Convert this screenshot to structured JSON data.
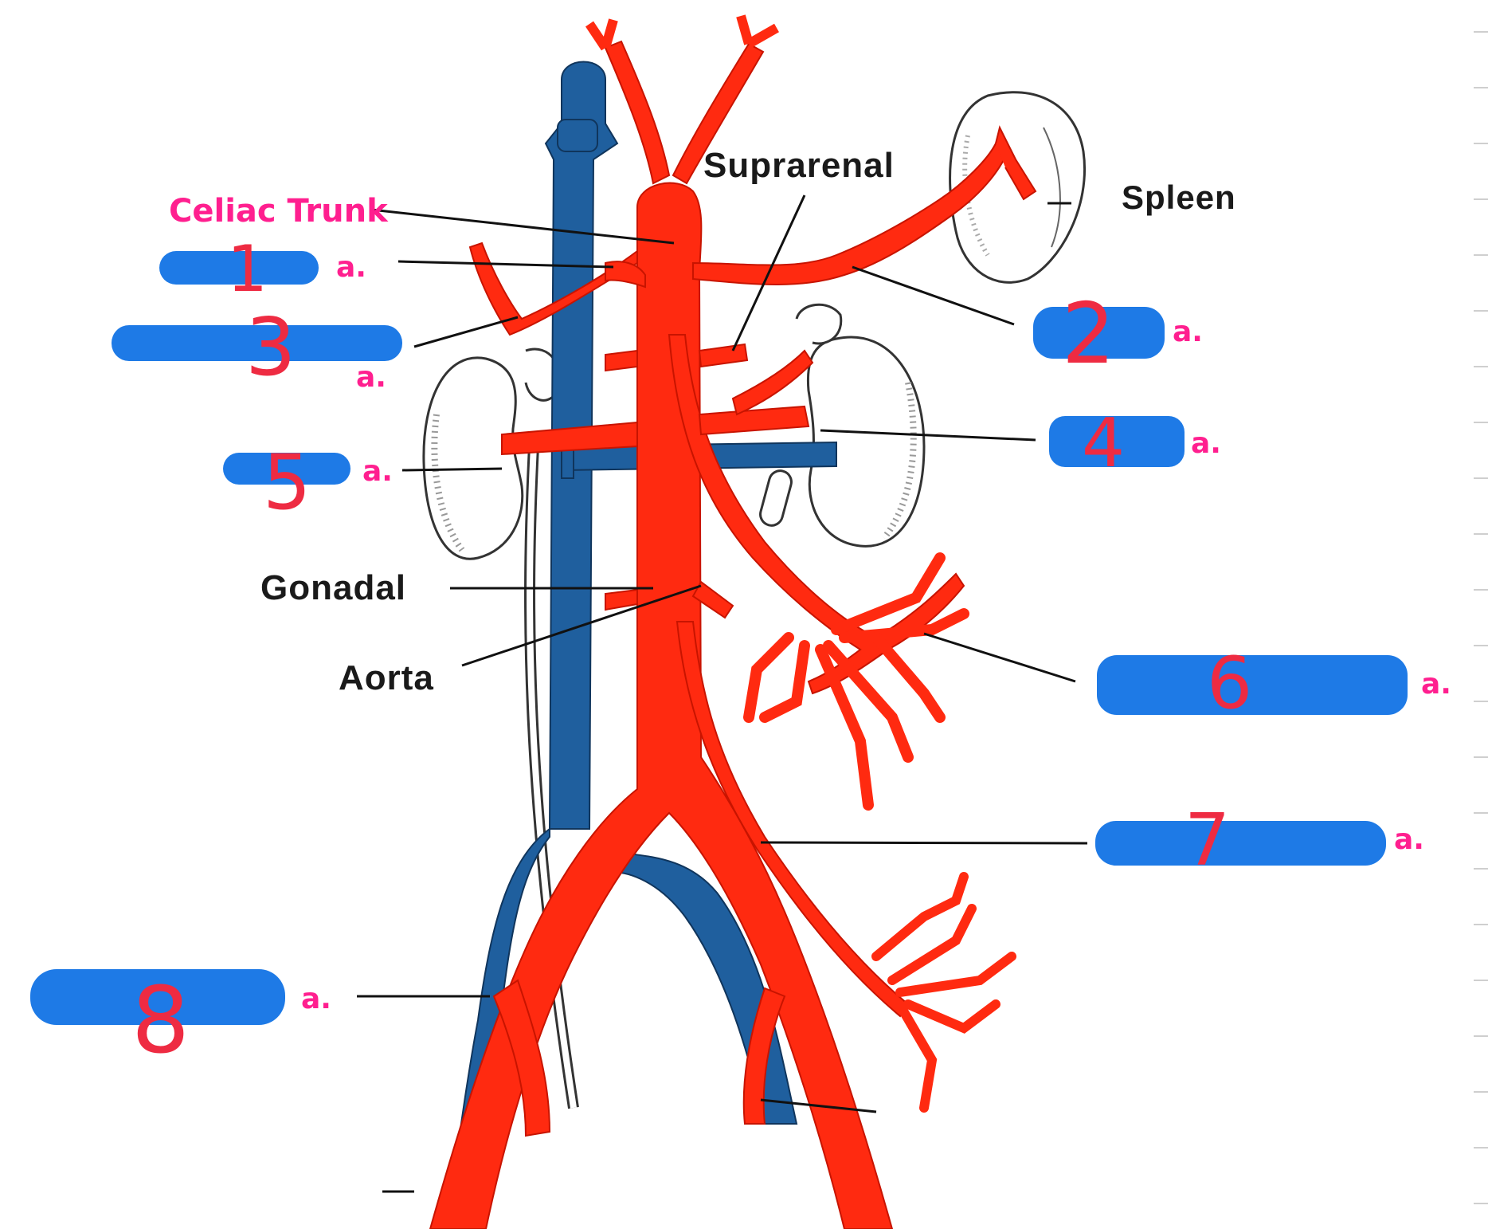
{
  "colors": {
    "artery": "#ff2a10",
    "vein": "#1f5f9e",
    "highlight": "#1e7ae6",
    "handwriting_pink": "#ff1f8f",
    "handwriting_red": "#ee2b42",
    "leader_line": "#111111"
  },
  "printed_labels": {
    "suprarenal": "Suprarenal",
    "spleen": "Spleen",
    "gonadal": "Gonadal",
    "aorta": "Aorta"
  },
  "handwritten": {
    "celiac_trunk": "Celiac Trunk",
    "suffix": "a."
  },
  "blanks": [
    {
      "number": "1"
    },
    {
      "number": "2"
    },
    {
      "number": "3"
    },
    {
      "number": "4"
    },
    {
      "number": "5"
    },
    {
      "number": "6"
    },
    {
      "number": "7"
    },
    {
      "number": "8"
    }
  ]
}
